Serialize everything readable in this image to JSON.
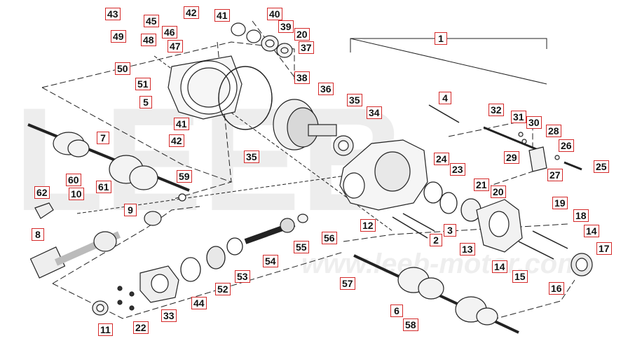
{
  "diagram": {
    "watermark_text": "LEEB",
    "watermark_url": "www.leeb-motor.com",
    "colors": {
      "callout_border": "#d42a2a",
      "callout_text": "#111111",
      "line": "#222222",
      "part_fill": "#f3f3f3",
      "part_dark": "#555555",
      "watermark": "#ececec"
    },
    "callouts": {
      "c1": "1",
      "c2": "2",
      "c3": "3",
      "c4": "4",
      "c5": "5",
      "c6": "6",
      "c7": "7",
      "c8": "8",
      "c9": "9",
      "c10": "10",
      "c11": "11",
      "c12": "12",
      "c13": "13",
      "c14a": "14",
      "c14b": "14",
      "c15": "15",
      "c16": "16",
      "c17": "17",
      "c18": "18",
      "c19": "19",
      "c20a": "20",
      "c20b": "20",
      "c21": "21",
      "c22": "22",
      "c23": "23",
      "c24": "24",
      "c25": "25",
      "c26": "26",
      "c27": "27",
      "c28": "28",
      "c29": "29",
      "c30": "30",
      "c31": "31",
      "c32": "32",
      "c33": "33",
      "c34": "34",
      "c35a": "35",
      "c35b": "35",
      "c36": "36",
      "c37": "37",
      "c38": "38",
      "c39": "39",
      "c40": "40",
      "c41a": "41",
      "c41b": "41",
      "c42a": "42",
      "c42b": "42",
      "c43": "43",
      "c44": "44",
      "c45": "45",
      "c46": "46",
      "c47": "47",
      "c48": "48",
      "c49": "49",
      "c50": "50",
      "c51": "51",
      "c52": "52",
      "c53": "53",
      "c54": "54",
      "c55": "55",
      "c56": "56",
      "c57": "57",
      "c58": "58",
      "c59": "59",
      "c60": "60",
      "c61": "61",
      "c62": "62"
    }
  }
}
